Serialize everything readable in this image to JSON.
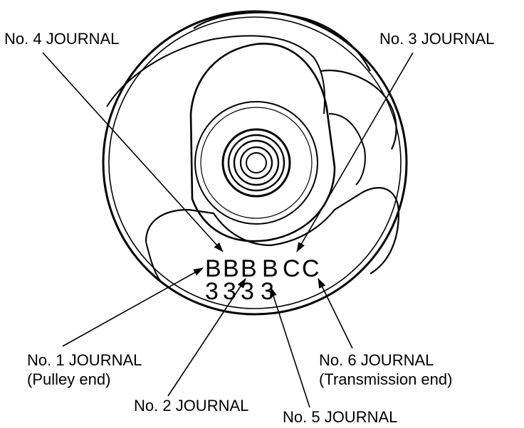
{
  "labels": {
    "no4": "No. 4 JOURNAL",
    "no3": "No. 3 JOURNAL",
    "no1": "No. 1 JOURNAL",
    "no1_note": "(Pulley end)",
    "no6": "No. 6 JOURNAL",
    "no6_note": "(Transmission end)",
    "no2": "No. 2 JOURNAL",
    "no5": "No. 5 JOURNAL"
  },
  "codes": {
    "letters": [
      "B",
      "B",
      "B",
      "B",
      "C",
      "C"
    ],
    "numbers": [
      "3",
      "3",
      "3",
      "3"
    ]
  },
  "colors": {
    "ink": "#000000",
    "background": "#ffffff"
  }
}
